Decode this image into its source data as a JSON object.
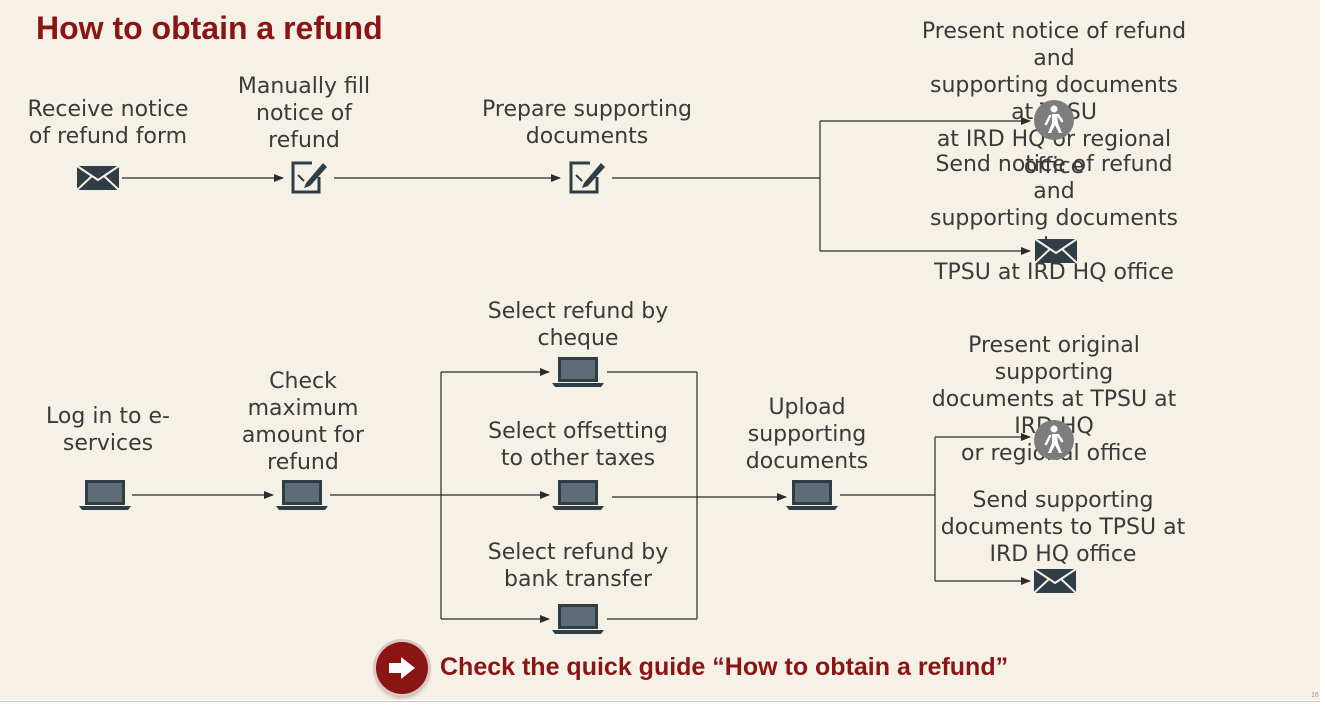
{
  "title": "How to obtain a refund",
  "steps": {
    "receive_notice": "Receive notice\nof refund form",
    "manual_fill": "Manually fill\nnotice of\nrefund",
    "prepare_docs": "Prepare supporting\ndocuments",
    "present_notice": "Present notice of refund and\nsupporting documents at TPSU\nat IRD HQ or regional office",
    "send_notice": "Send notice of refund and\nsupporting documents to\nTPSU at IRD HQ office",
    "login": "Log in to e-\nservices",
    "check_max": "Check\nmaximum\namount for\nrefund",
    "select_cheque": "Select refund by\ncheque",
    "select_offset": "Select offsetting\nto other taxes",
    "select_bank": "Select refund by\nbank transfer",
    "upload_docs": "Upload\nsupporting\ndocuments",
    "present_original": "Present original supporting\ndocuments at TPSU at IRD HQ\nor regional office",
    "send_supporting": "Send supporting\ndocuments to TPSU at\nIRD HQ office"
  },
  "icons": {
    "envelope": "envelope-icon",
    "edit": "edit-form-icon",
    "walk": "walking-person-icon",
    "laptop": "laptop-icon",
    "arrow": "right-arrow-icon"
  },
  "cta": {
    "text": "Check the quick guide “How to obtain a refund”"
  },
  "page_number": "16",
  "colors": {
    "accent": "#8b1414",
    "text": "#3a3a3a",
    "icon": "#2f3e46",
    "walk_badge": "#7d7d7d",
    "background": "#f5f1e6"
  }
}
